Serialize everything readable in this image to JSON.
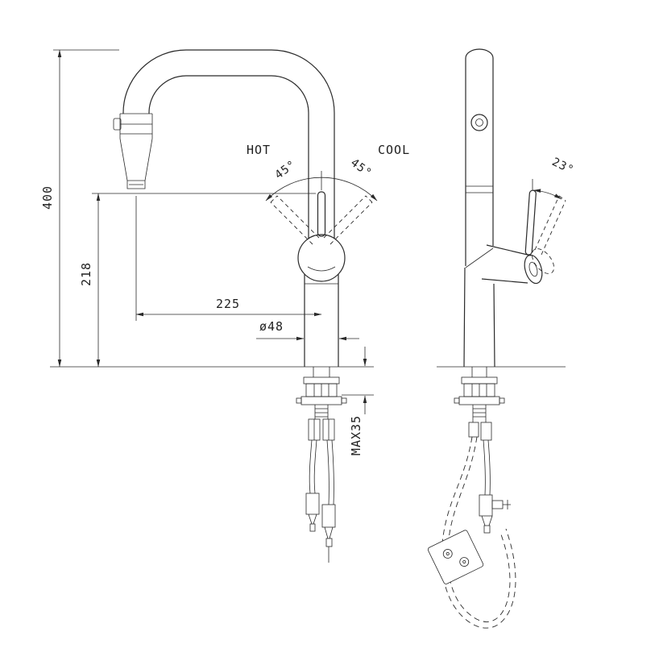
{
  "page": {
    "background": "#ffffff",
    "line_color": "#2a2a2a"
  },
  "views": {
    "side_view": {
      "labels": {
        "hot": "HOT",
        "cool": "COOL",
        "hot_angle": "45°",
        "cool_angle": "45°"
      },
      "dimensions": {
        "overall_height": "400",
        "height_to_handle": "218",
        "spout_reach": "225",
        "body_diameter": "ø48",
        "max_deck_thickness": "MAX35"
      }
    },
    "profile_view": {
      "dimensions": {
        "handle_tilt_angle": "23°"
      }
    }
  }
}
